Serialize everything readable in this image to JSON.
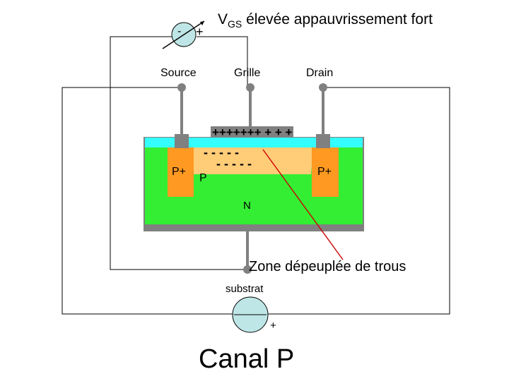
{
  "title": {
    "v": "V",
    "gs": "GS",
    "rest": " élevée   appauvrissement fort"
  },
  "meter_top": {
    "minus": "-",
    "plus": "+"
  },
  "terminals": {
    "source": "Source",
    "grille": "Grille",
    "drain": "Drain"
  },
  "regions": {
    "p_plus_left": "P+",
    "p_plus_right": "P+",
    "p": "P",
    "n": "N"
  },
  "gate_charges": "+++++++ + + +",
  "channel_charges_row1": "-  -  -  -  -",
  "channel_charges_row2": "- -  -  -  -",
  "annotation": "Zone dépeuplée de trous",
  "substrat": "substrat",
  "meter_bottom": {
    "plus": "+"
  },
  "caption": "Canal P",
  "colors": {
    "substrate_n": "#33ee33",
    "oxide": "#33ffff",
    "p_plus": "#ff9922",
    "depletion": "#ffcc77",
    "metal": "#808080",
    "meter": "#bfe6e6",
    "annotation_line": "#cc0000"
  }
}
